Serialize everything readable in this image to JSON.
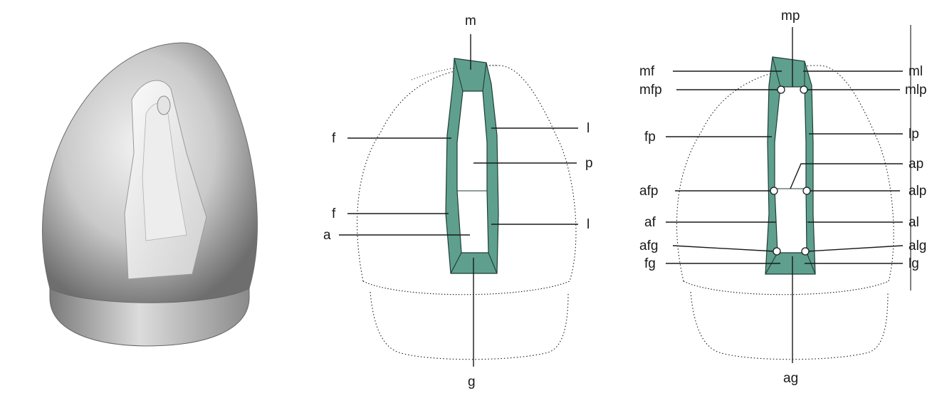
{
  "panels": {
    "model": {
      "name": "3d-tooth-model"
    },
    "middle": {
      "labels": {
        "m": "m",
        "f_upper": "f",
        "l_upper": "l",
        "p": "p",
        "f_lower": "f",
        "a": "a",
        "l_lower": "l",
        "g": "g"
      }
    },
    "right": {
      "labels": {
        "mp": "mp",
        "mf": "mf",
        "ml": "ml",
        "mfp": "mfp",
        "mlp": "mlp",
        "fp": "fp",
        "lp": "lp",
        "ap": "ap",
        "afp": "afp",
        "alp": "alp",
        "af": "af",
        "al": "al",
        "afg": "afg",
        "alg": "alg",
        "fg": "fg",
        "lg": "lg",
        "ag": "ag"
      }
    }
  },
  "colors": {
    "preparation_fill": "#5f9f8e",
    "line": "#1a1a1a"
  }
}
